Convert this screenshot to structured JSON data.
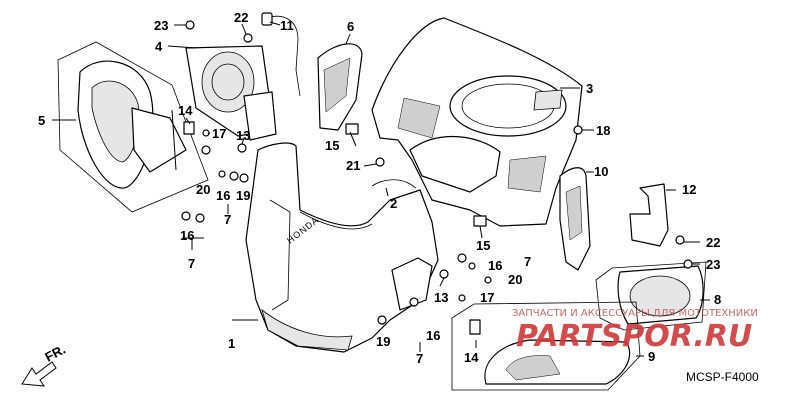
{
  "diagram": {
    "diagram_code": "MCSP-F4000",
    "front_marker": "FR.",
    "brand_marking": "HONDA",
    "watermark_text": "ЗАПЧАСТИ И АКСЕССУАРЫ ДЛЯ МОТОТЕХНИКИ",
    "watermark_logo": "PARTSPOR.RU",
    "callouts": [
      "1",
      "2",
      "3",
      "4",
      "5",
      "6",
      "7",
      "8",
      "9",
      "10",
      "11",
      "12",
      "13",
      "14",
      "15",
      "16",
      "17",
      "18",
      "19",
      "20",
      "21",
      "22",
      "23"
    ]
  }
}
